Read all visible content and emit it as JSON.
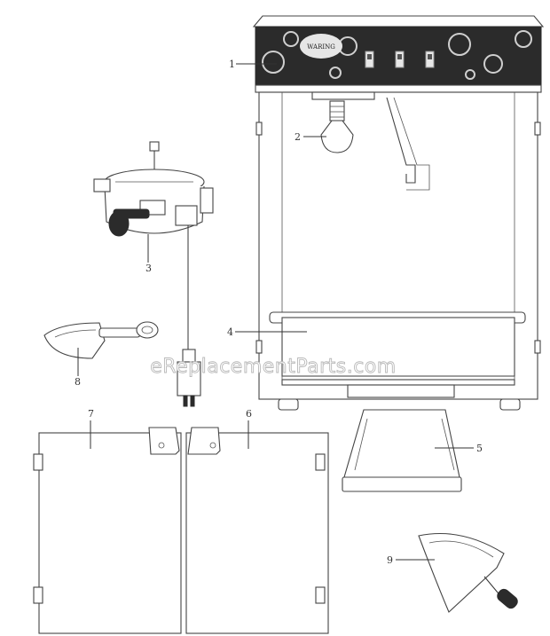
{
  "watermark": "eReplacementParts.com",
  "brand_plate": "WARING",
  "colors": {
    "line": "#444444",
    "dark": "#2b2b2b",
    "watermark_stroke": "#b9b9b9"
  },
  "callouts": [
    {
      "id": "1",
      "text": "1"
    },
    {
      "id": "2",
      "text": "2"
    },
    {
      "id": "3",
      "text": "3"
    },
    {
      "id": "4",
      "text": "4"
    },
    {
      "id": "5",
      "text": "5"
    },
    {
      "id": "6",
      "text": "6"
    },
    {
      "id": "7",
      "text": "7"
    },
    {
      "id": "8",
      "text": "8"
    },
    {
      "id": "9",
      "text": "9"
    }
  ]
}
